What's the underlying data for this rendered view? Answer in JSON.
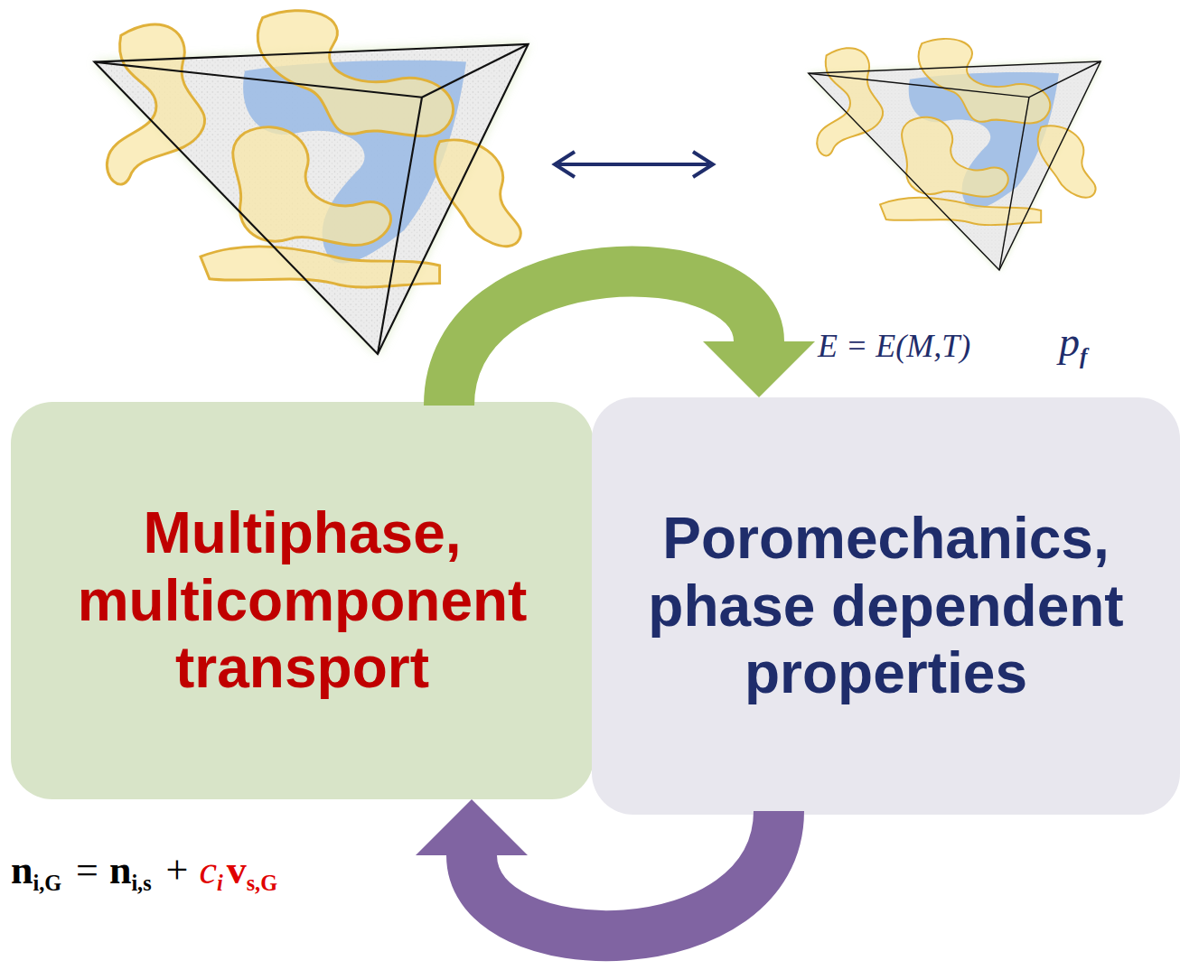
{
  "diagram": {
    "nodes": [
      {
        "text": [
          "Multiphase, multicomponent transport"
        ]
      },
      {
        "text": [
          "Poromechanics, phase dependent properties"
        ]
      }
    ],
    "edges": [
      {
        "from": 0,
        "to": 1,
        "arrow": "to"
      },
      {
        "from": 1,
        "to": 0,
        "arrow": "to"
      }
    ],
    "labels": [
      "E = E(M,T)",
      "p",
      "f",
      "n",
      "i,G",
      "=",
      "n",
      "i,s",
      "+",
      "c",
      "i",
      "v",
      "s,G"
    ]
  }
}
